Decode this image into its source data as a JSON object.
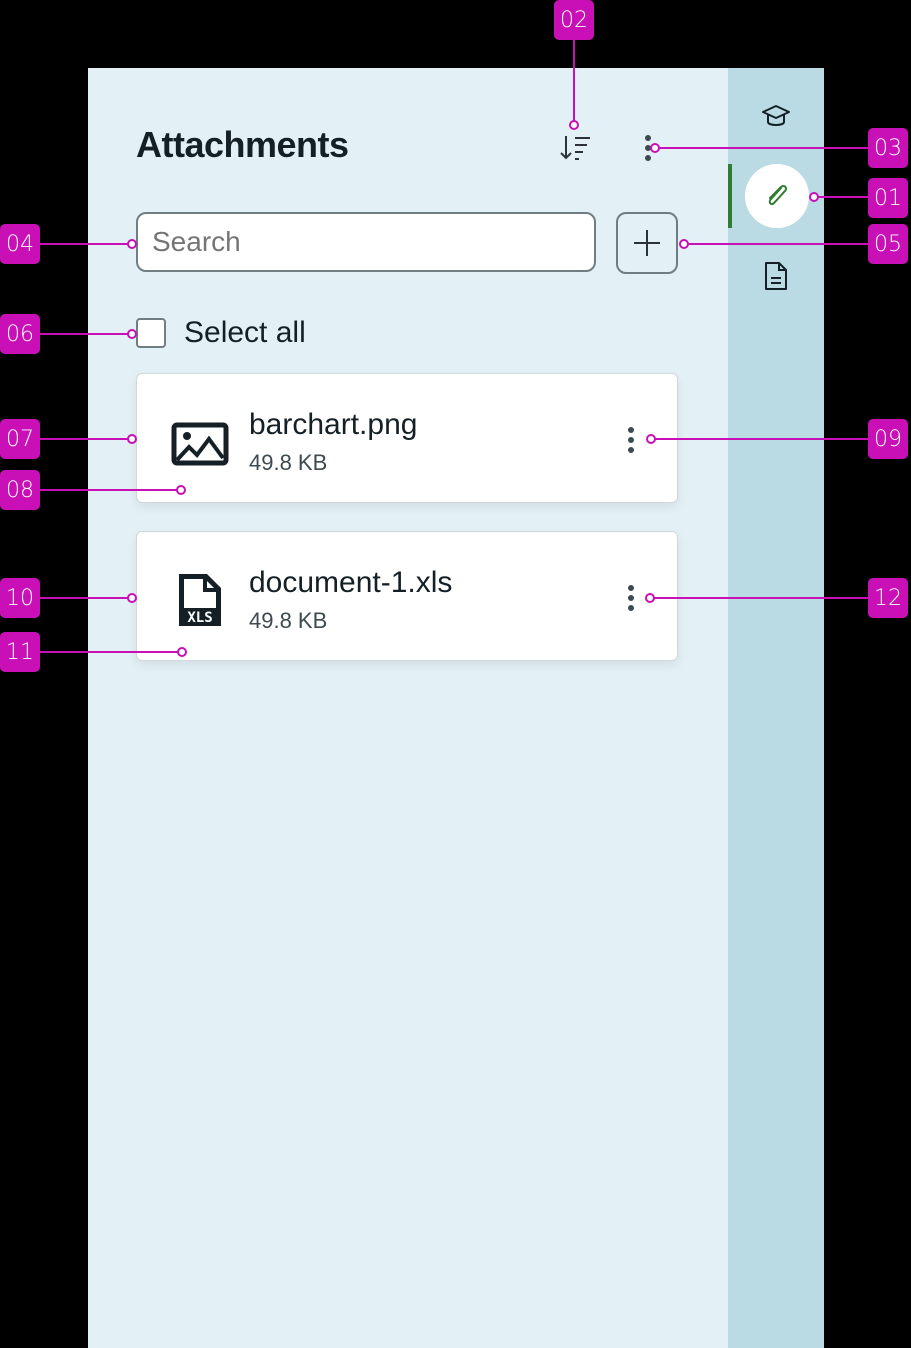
{
  "panel": {
    "title": "Attachments",
    "sort_icon": "sort-descending-icon",
    "more_icon": "kebab-menu-icon",
    "search": {
      "placeholder": "Search",
      "value": ""
    },
    "add_icon": "plus-icon",
    "select_all_label": "Select all",
    "files": [
      {
        "name": "barchart.png",
        "size": "49.8 KB",
        "icon": "image-file-icon"
      },
      {
        "name": "document-1.xls",
        "size": "49.8 KB",
        "icon": "xls-file-icon"
      }
    ]
  },
  "rail": {
    "items": [
      {
        "icon": "graduation-cap-icon",
        "active": false
      },
      {
        "icon": "paperclip-icon",
        "active": true
      },
      {
        "icon": "document-icon",
        "active": false
      }
    ],
    "active_color": "#2e7d32"
  },
  "colors": {
    "panel_bg": "#e3f1f6",
    "rail_bg": "#badbe4",
    "callout": "#c90fb6"
  },
  "callouts": [
    "01",
    "02",
    "03",
    "04",
    "05",
    "06",
    "07",
    "08",
    "09",
    "10",
    "11",
    "12"
  ]
}
